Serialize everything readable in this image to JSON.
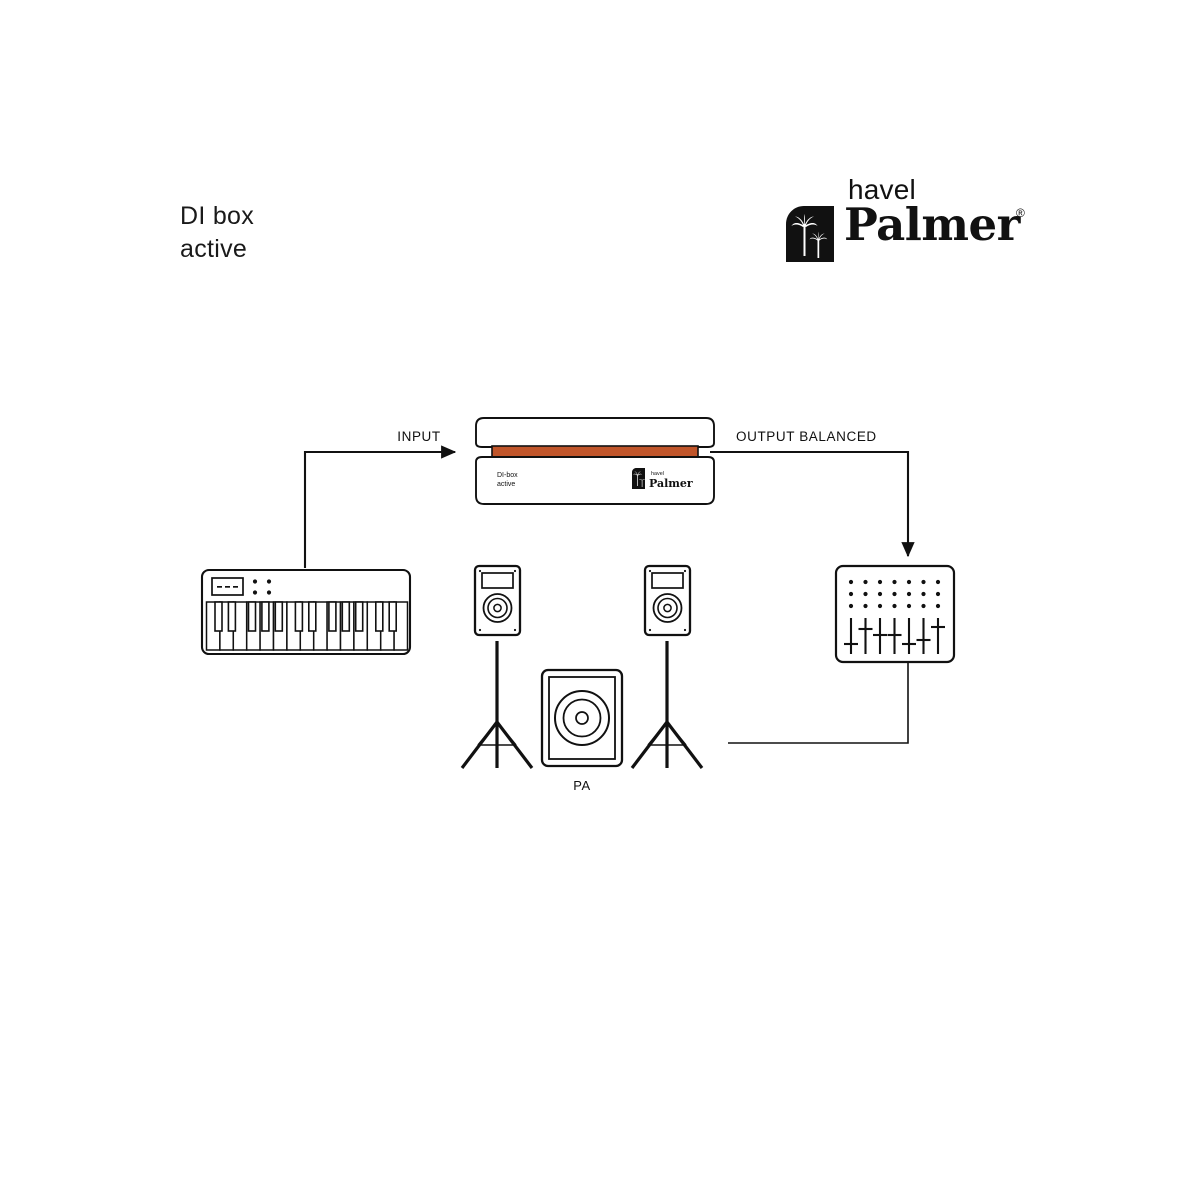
{
  "page": {
    "background_color": "#ffffff",
    "ink_color": "#111111"
  },
  "title": {
    "line1": "DI box",
    "line2": "active"
  },
  "brand": {
    "sub_name": "havel",
    "name": "Palmer",
    "registered_mark": "®",
    "mark_icon": "palm-trees-icon"
  },
  "diagram": {
    "cables": [
      {
        "id": "input-cable",
        "label": "INPUT",
        "from": "keyboard",
        "to": "di-box",
        "has_arrow": true
      },
      {
        "id": "output-cable",
        "label": "OUTPUT BALANCED",
        "from": "di-box",
        "to": "mixer",
        "has_arrow": true
      },
      {
        "id": "pa-return-cable",
        "label": "",
        "from": "mixer",
        "to": "pa-system",
        "has_arrow": false
      }
    ],
    "di_box": {
      "name": "DI box active",
      "label_line1": "DI-box",
      "label_line2": "active",
      "logo_sub_name": "havel",
      "logo_name": "Palmer",
      "accent_color": "#C0552A"
    },
    "keyboard": {
      "name": "keyboard",
      "display_segments": 3,
      "knob_rows": 2,
      "knob_cols": 2,
      "white_key_count": 15,
      "black_key_groups": [
        2,
        3,
        2,
        3,
        2
      ]
    },
    "speakers": [
      {
        "name": "speaker-left",
        "on_stand": true
      },
      {
        "name": "speaker-right",
        "on_stand": true
      }
    ],
    "pa_system": {
      "name": "pa-subwoofer",
      "label": "PA"
    },
    "mixer": {
      "name": "mixer",
      "knob_rows": 3,
      "knob_cols": 7,
      "fader_count": 7,
      "fader_positions": [
        0.72,
        0.3,
        0.46,
        0.46,
        0.72,
        0.6,
        0.24
      ]
    }
  }
}
